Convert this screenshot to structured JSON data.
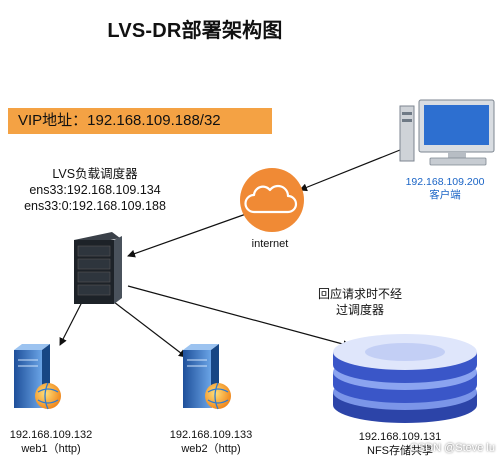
{
  "title": "LVS-DR部署架构图",
  "vip_label": "VIP地址：192.168.109.188/32",
  "lvs": {
    "name": "LVS负载调度器",
    "ip1": "ens33:192.168.109.134",
    "ip2": "ens33:0:192.168.109.188"
  },
  "client": {
    "ip": "192.168.109.200",
    "name": "客户端"
  },
  "internet_label": "internet",
  "note": {
    "line1": "回应请求时不经",
    "line2": "过调度器"
  },
  "web1": {
    "ip": "192.168.109.132",
    "name": "web1（http)"
  },
  "web2": {
    "ip": "192.168.109.133",
    "name": "web2（http)"
  },
  "nfs": {
    "ip": "192.168.109.131",
    "name": "NFS存储共享"
  },
  "watermark": "CSDN @Steve lu",
  "colors": {
    "vip_bg": "#f4a244",
    "cloud": "#f08a35",
    "client_text": "#1a64c6",
    "storage": "#3a56c8"
  }
}
